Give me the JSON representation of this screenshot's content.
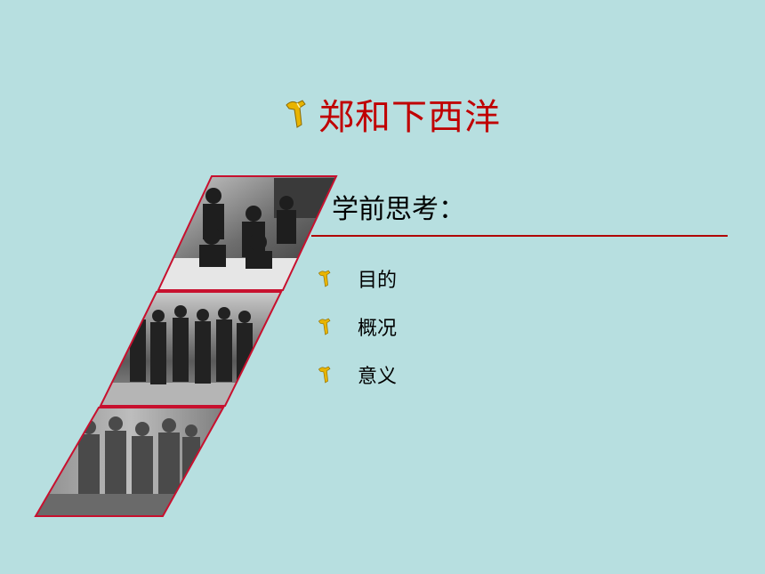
{
  "slide": {
    "title": "郑和下西洋",
    "subtitle": "学前思考：",
    "bullets": [
      {
        "label": "目的"
      },
      {
        "label": "概况"
      },
      {
        "label": "意义"
      }
    ],
    "photos": [
      {
        "subject": "group seated at a table (historical photo)"
      },
      {
        "subject": "group of men standing (historical photo)"
      },
      {
        "subject": "relief sculpture of a crowd"
      }
    ],
    "colors": {
      "background": "#b7dfe0",
      "title": "#c00000",
      "rule": "#b00000",
      "frame": "#c8102e",
      "bullet_icon": "#e8b400"
    },
    "icons": {
      "title": "yellow-pin-icon",
      "bullet": "yellow-pin-icon"
    }
  }
}
